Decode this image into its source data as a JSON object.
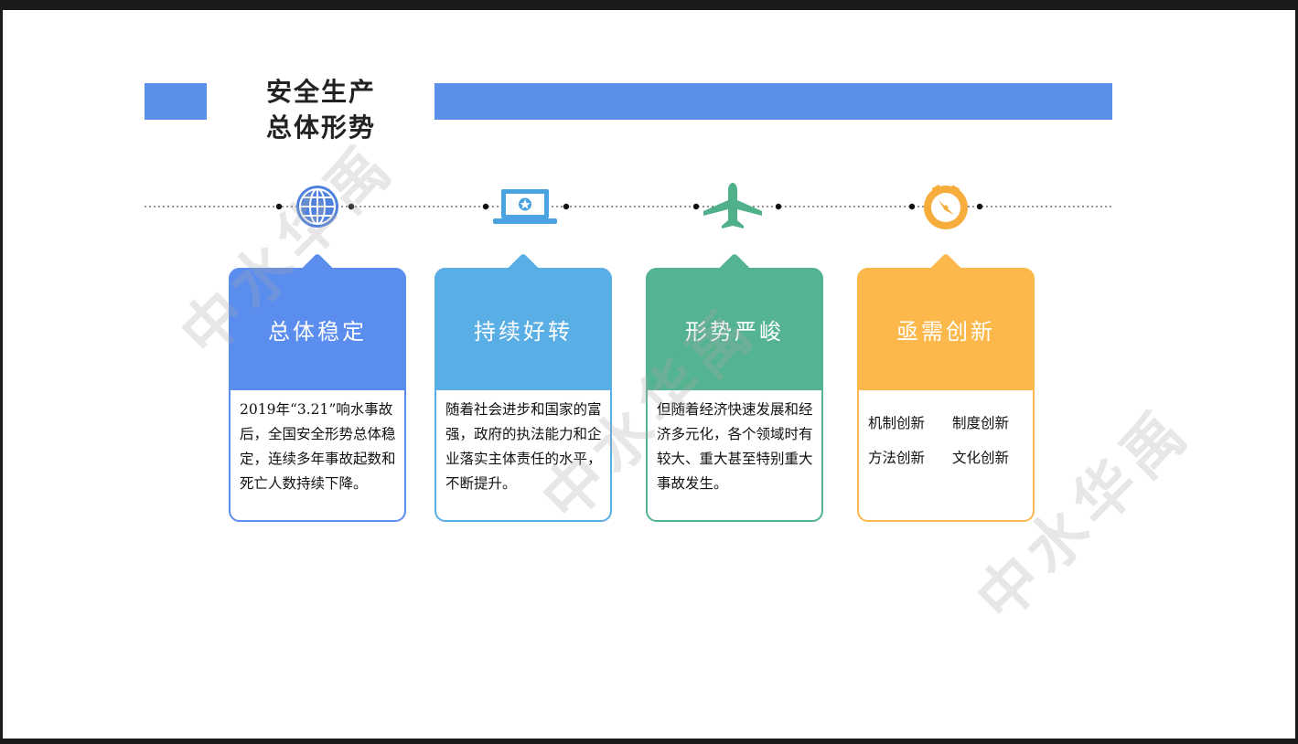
{
  "title": {
    "line1": "安全生产",
    "line2": "总体形势"
  },
  "colors": {
    "blue": "#5b8def",
    "light_blue": "#5aaee6",
    "green": "#54b390",
    "orange": "#fcb84b",
    "accent_bar": "#5b8fe8"
  },
  "timeline_icons": [
    "globe-icon",
    "laptop-star-icon",
    "airplane-icon",
    "compass-icon"
  ],
  "cards": [
    {
      "heading": "总体稳定",
      "text": "2019年“3.21”响水事故后，全国安全形势总体稳定，连续多年事故起数和死亡人数持续下降。"
    },
    {
      "heading": "持续好转",
      "text": "随着社会进步和国家的富强，政府的执法能力和企业落实主体责任的水平，不断提升。"
    },
    {
      "heading": "形势严峻",
      "text": "但随着经济快速发展和经济多元化，各个领域时有较大、重大甚至特别重大事故发生。"
    },
    {
      "heading": "亟需创新",
      "items": [
        "机制创新",
        "制度创新",
        "方法创新",
        "文化创新"
      ]
    }
  ],
  "watermark": "中水华禹"
}
